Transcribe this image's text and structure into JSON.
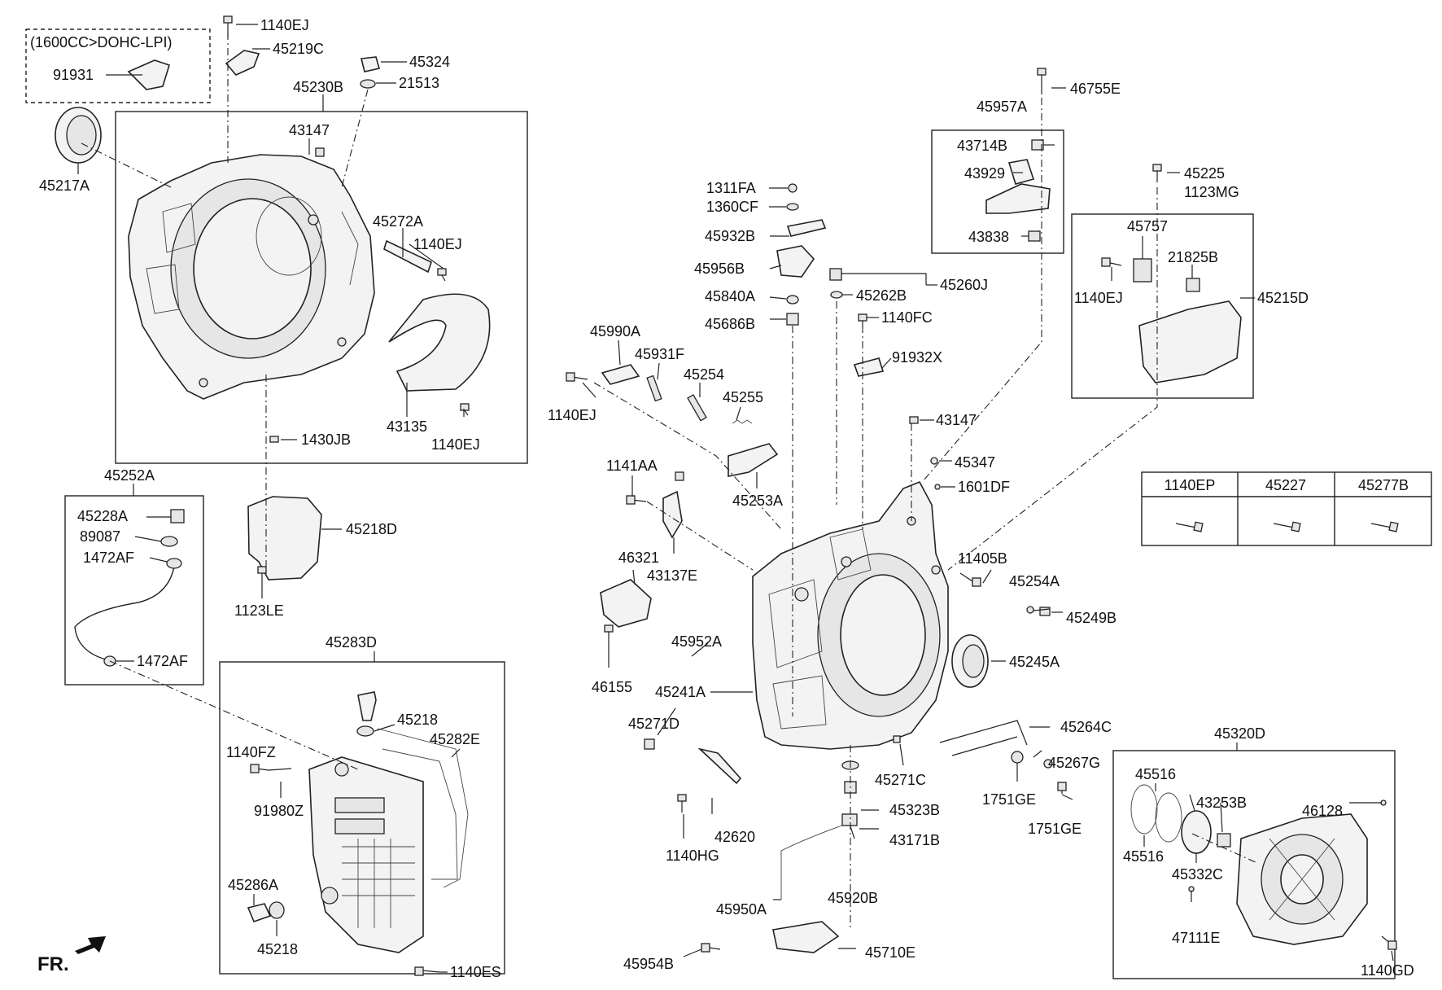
{
  "variant_note": "(1600CC>DOHC-LPI)",
  "direction_label": "FR.",
  "parts": [
    {
      "name": "part-1140EJ-top",
      "label": "1140EJ"
    },
    {
      "name": "part-45219C",
      "label": "45219C"
    },
    {
      "name": "part-91931",
      "label": "91931"
    },
    {
      "name": "part-45324",
      "label": "45324"
    },
    {
      "name": "part-21513",
      "label": "21513"
    },
    {
      "name": "part-45230B",
      "label": "45230B"
    },
    {
      "name": "part-43147-a",
      "label": "43147"
    },
    {
      "name": "part-45217A",
      "label": "45217A"
    },
    {
      "name": "part-45272A",
      "label": "45272A"
    },
    {
      "name": "part-1140EJ-b",
      "label": "1140EJ"
    },
    {
      "name": "part-43135",
      "label": "43135"
    },
    {
      "name": "part-1140EJ-c",
      "label": "1140EJ"
    },
    {
      "name": "part-1430JB",
      "label": "1430JB"
    },
    {
      "name": "part-45252A",
      "label": "45252A"
    },
    {
      "name": "part-45228A",
      "label": "45228A"
    },
    {
      "name": "part-89087",
      "label": "89087"
    },
    {
      "name": "part-1472AF-a",
      "label": "1472AF"
    },
    {
      "name": "part-1472AF-b",
      "label": "1472AF"
    },
    {
      "name": "part-45218D",
      "label": "45218D"
    },
    {
      "name": "part-1123LE",
      "label": "1123LE"
    },
    {
      "name": "part-45283D",
      "label": "45283D"
    },
    {
      "name": "part-45218-a",
      "label": "45218"
    },
    {
      "name": "part-45282E",
      "label": "45282E"
    },
    {
      "name": "part-1140FZ",
      "label": "1140FZ"
    },
    {
      "name": "part-91980Z",
      "label": "91980Z"
    },
    {
      "name": "part-45286A",
      "label": "45286A"
    },
    {
      "name": "part-45218-b",
      "label": "45218"
    },
    {
      "name": "part-1140ES",
      "label": "1140ES"
    },
    {
      "name": "part-1311FA",
      "label": "1311FA"
    },
    {
      "name": "part-1360CF",
      "label": "1360CF"
    },
    {
      "name": "part-45932B",
      "label": "45932B"
    },
    {
      "name": "part-45956B",
      "label": "45956B"
    },
    {
      "name": "part-45840A",
      "label": "45840A"
    },
    {
      "name": "part-45686B",
      "label": "45686B"
    },
    {
      "name": "part-45262B",
      "label": "45262B"
    },
    {
      "name": "part-45260J",
      "label": "45260J"
    },
    {
      "name": "part-1140FC",
      "label": "1140FC"
    },
    {
      "name": "part-91932X",
      "label": "91932X"
    },
    {
      "name": "part-45990A",
      "label": "45990A"
    },
    {
      "name": "part-45931F",
      "label": "45931F"
    },
    {
      "name": "part-45254",
      "label": "45254"
    },
    {
      "name": "part-45255",
      "label": "45255"
    },
    {
      "name": "part-1140EJ-d",
      "label": "1140EJ"
    },
    {
      "name": "part-45253A",
      "label": "45253A"
    },
    {
      "name": "part-43147-b",
      "label": "43147"
    },
    {
      "name": "part-45347",
      "label": "45347"
    },
    {
      "name": "part-1601DF",
      "label": "1601DF"
    },
    {
      "name": "part-1141AA",
      "label": "1141AA"
    },
    {
      "name": "part-46321",
      "label": "46321"
    },
    {
      "name": "part-43137E",
      "label": "43137E"
    },
    {
      "name": "part-46155",
      "label": "46155"
    },
    {
      "name": "part-45952A",
      "label": "45952A"
    },
    {
      "name": "part-45241A",
      "label": "45241A"
    },
    {
      "name": "part-45271D",
      "label": "45271D"
    },
    {
      "name": "part-11405B",
      "label": "11405B"
    },
    {
      "name": "part-45254A",
      "label": "45254A"
    },
    {
      "name": "part-45249B",
      "label": "45249B"
    },
    {
      "name": "part-45245A",
      "label": "45245A"
    },
    {
      "name": "part-45264C",
      "label": "45264C"
    },
    {
      "name": "part-45267G",
      "label": "45267G"
    },
    {
      "name": "part-45271C",
      "label": "45271C"
    },
    {
      "name": "part-1751GE-a",
      "label": "1751GE"
    },
    {
      "name": "part-1751GE-b",
      "label": "1751GE"
    },
    {
      "name": "part-45323B",
      "label": "45323B"
    },
    {
      "name": "part-43171B",
      "label": "43171B"
    },
    {
      "name": "part-1140HG",
      "label": "1140HG"
    },
    {
      "name": "part-42620",
      "label": "42620"
    },
    {
      "name": "part-45920B",
      "label": "45920B"
    },
    {
      "name": "part-45950A",
      "label": "45950A"
    },
    {
      "name": "part-45954B",
      "label": "45954B"
    },
    {
      "name": "part-45710E",
      "label": "45710E"
    },
    {
      "name": "part-46755E",
      "label": "46755E"
    },
    {
      "name": "part-45957A",
      "label": "45957A"
    },
    {
      "name": "part-43714B",
      "label": "43714B"
    },
    {
      "name": "part-43929",
      "label": "43929"
    },
    {
      "name": "part-43838",
      "label": "43838"
    },
    {
      "name": "part-45225",
      "label": "45225"
    },
    {
      "name": "part-1123MG",
      "label": "1123MG"
    },
    {
      "name": "part-45757",
      "label": "45757"
    },
    {
      "name": "part-21825B",
      "label": "21825B"
    },
    {
      "name": "part-1140EJ-e",
      "label": "1140EJ"
    },
    {
      "name": "part-45215D",
      "label": "45215D"
    },
    {
      "name": "part-45320D",
      "label": "45320D"
    },
    {
      "name": "part-45516-a",
      "label": "45516"
    },
    {
      "name": "part-43253B",
      "label": "43253B"
    },
    {
      "name": "part-46128",
      "label": "46128"
    },
    {
      "name": "part-45516-b",
      "label": "45516"
    },
    {
      "name": "part-45332C",
      "label": "45332C"
    },
    {
      "name": "part-47111E",
      "label": "47111E"
    },
    {
      "name": "part-1140GD",
      "label": "1140GD"
    }
  ],
  "bolt_table": {
    "headers": [
      "1140EP",
      "45227",
      "45277B"
    ]
  }
}
